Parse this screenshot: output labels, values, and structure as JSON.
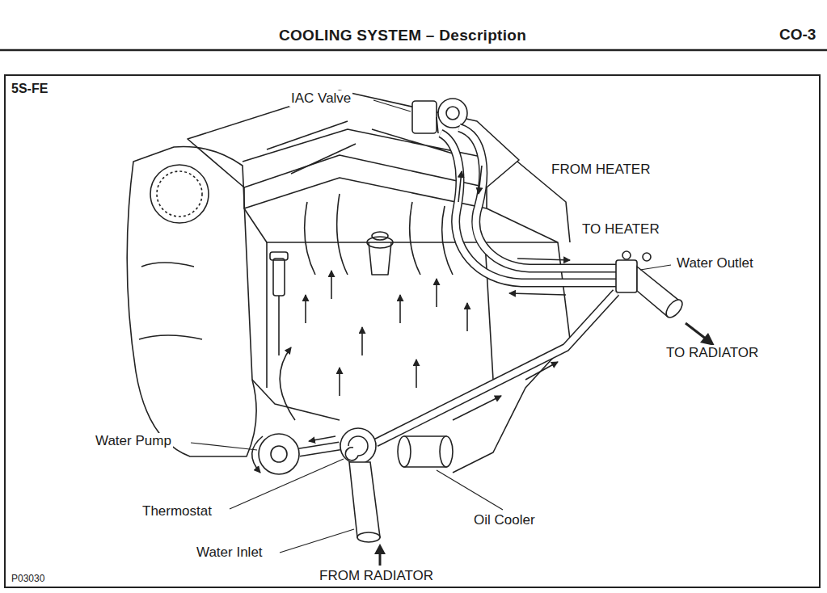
{
  "diagram": {
    "title": "COOLING SYSTEM – Description",
    "nodes": [
      {
        "text": [
          "5S-FE",
          "P03030"
        ]
      }
    ],
    "labels": [
      "CO-3",
      "IAC Valve",
      "FROM HEATER",
      "TO HEATER",
      "Water Outlet",
      "TO RADIATOR",
      "Water Pump",
      "Thermostat",
      "Oil Cooler",
      "Water Inlet",
      "FROM RADIATOR"
    ]
  }
}
